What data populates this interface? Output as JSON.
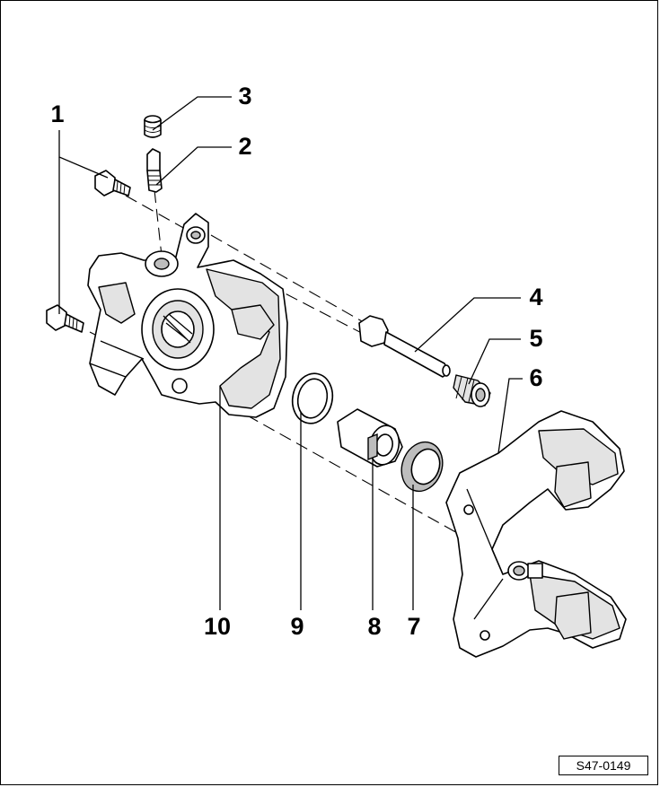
{
  "diagram": {
    "reference_code": "S47-0149",
    "callouts": [
      {
        "id": "1",
        "label": "1"
      },
      {
        "id": "2",
        "label": "2"
      },
      {
        "id": "3",
        "label": "3"
      },
      {
        "id": "4",
        "label": "4"
      },
      {
        "id": "5",
        "label": "5"
      },
      {
        "id": "6",
        "label": "6"
      },
      {
        "id": "7",
        "label": "7"
      },
      {
        "id": "8",
        "label": "8"
      },
      {
        "id": "9",
        "label": "9"
      },
      {
        "id": "10",
        "label": "10"
      }
    ],
    "colors": {
      "line": "#000000",
      "background": "#ffffff",
      "shade": "#e3e3e3"
    }
  }
}
